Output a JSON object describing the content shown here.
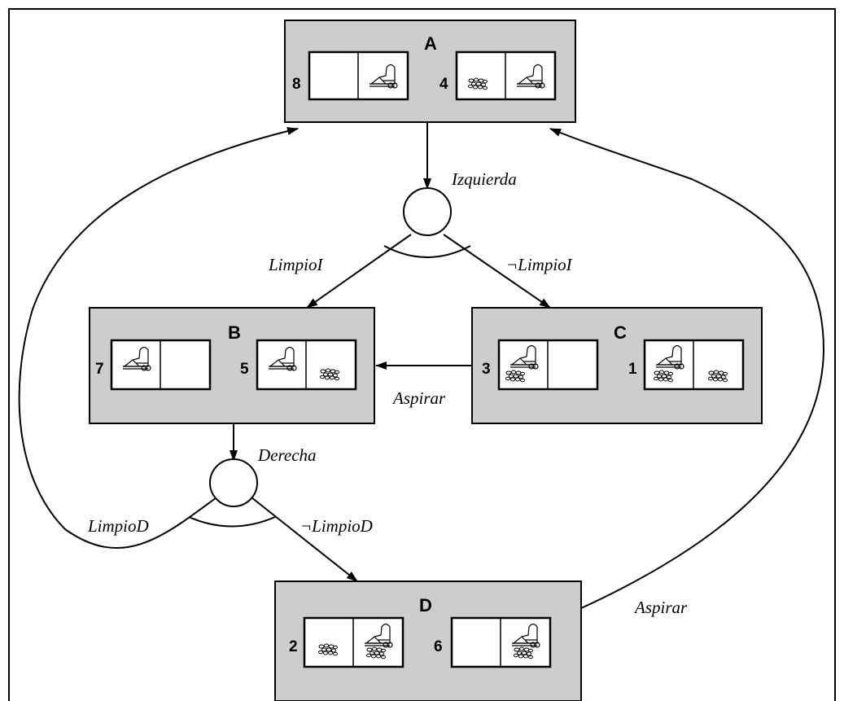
{
  "states": {
    "A": {
      "label": "A",
      "world_8": "8",
      "world_4": "4"
    },
    "B": {
      "label": "B",
      "world_7": "7",
      "world_5": "5"
    },
    "C": {
      "label": "C",
      "world_3": "3",
      "world_1": "1"
    },
    "D": {
      "label": "D",
      "world_2": "2",
      "world_6": "6"
    }
  },
  "edges": {
    "izquierda": "Izquierda",
    "limpio_i": "LimpioI",
    "not_limpio_i": "¬LimpioI",
    "aspirar_c_b": "Aspirar",
    "derecha": "Derecha",
    "limpio_d": "LimpioD",
    "not_limpio_d": "¬LimpioD",
    "aspirar_d_a": "Aspirar"
  },
  "icons": {
    "vacuum": "vacuum-icon",
    "dirt": "dirt-icon"
  }
}
